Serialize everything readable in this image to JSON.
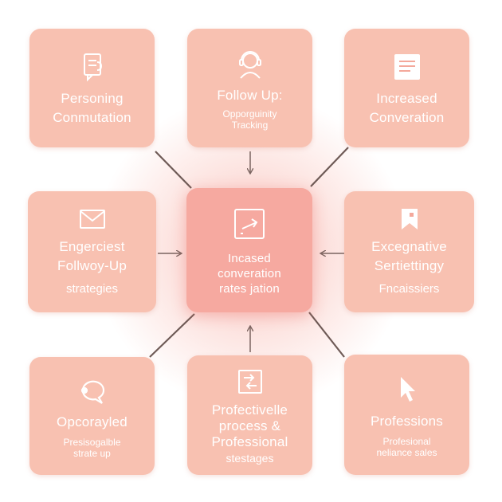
{
  "diagram": {
    "center": {
      "lines": [
        "Incased",
        "converation",
        "rates jation"
      ],
      "icon": "expand-arrow-icon"
    },
    "nodes": [
      {
        "id": "top-left",
        "lines": [
          "Personing",
          "Conmutation"
        ],
        "icon": "clipboard-icon"
      },
      {
        "id": "top-center",
        "lines": [
          "Follow Up:"
        ],
        "sublines": [
          "Opporguinity",
          "Tracking"
        ],
        "icon": "user-headset-icon"
      },
      {
        "id": "top-right",
        "lines": [
          "Increased",
          "Converation"
        ],
        "icon": "document-icon"
      },
      {
        "id": "middle-left",
        "lines": [
          "Engerciest",
          "Follwoy-Up"
        ],
        "sublines": [
          "strategies"
        ],
        "icon": "envelope-icon"
      },
      {
        "id": "middle-right",
        "lines": [
          "Excegnative",
          "Sertiettingy"
        ],
        "sublines": [
          "Fncaissiers"
        ],
        "icon": "bookmark-icon"
      },
      {
        "id": "bottom-left",
        "lines": [
          "Opcorayled"
        ],
        "sublines": [
          "Presisogalble",
          "strate up"
        ],
        "icon": "chat-bubble-icon"
      },
      {
        "id": "bottom-center",
        "lines": [
          "Profectivelle",
          "process &",
          "Professional",
          "stestages"
        ],
        "icon": "transfer-icon"
      },
      {
        "id": "bottom-right",
        "lines": [
          "Professions"
        ],
        "sublines": [
          "Profesional",
          "neliance sales"
        ],
        "icon": "cursor-icon"
      }
    ],
    "colors": {
      "card": "#f8c1b1",
      "center": "#f6a9a0",
      "connector": "#6e5a56",
      "glow": "#f6968c"
    }
  }
}
